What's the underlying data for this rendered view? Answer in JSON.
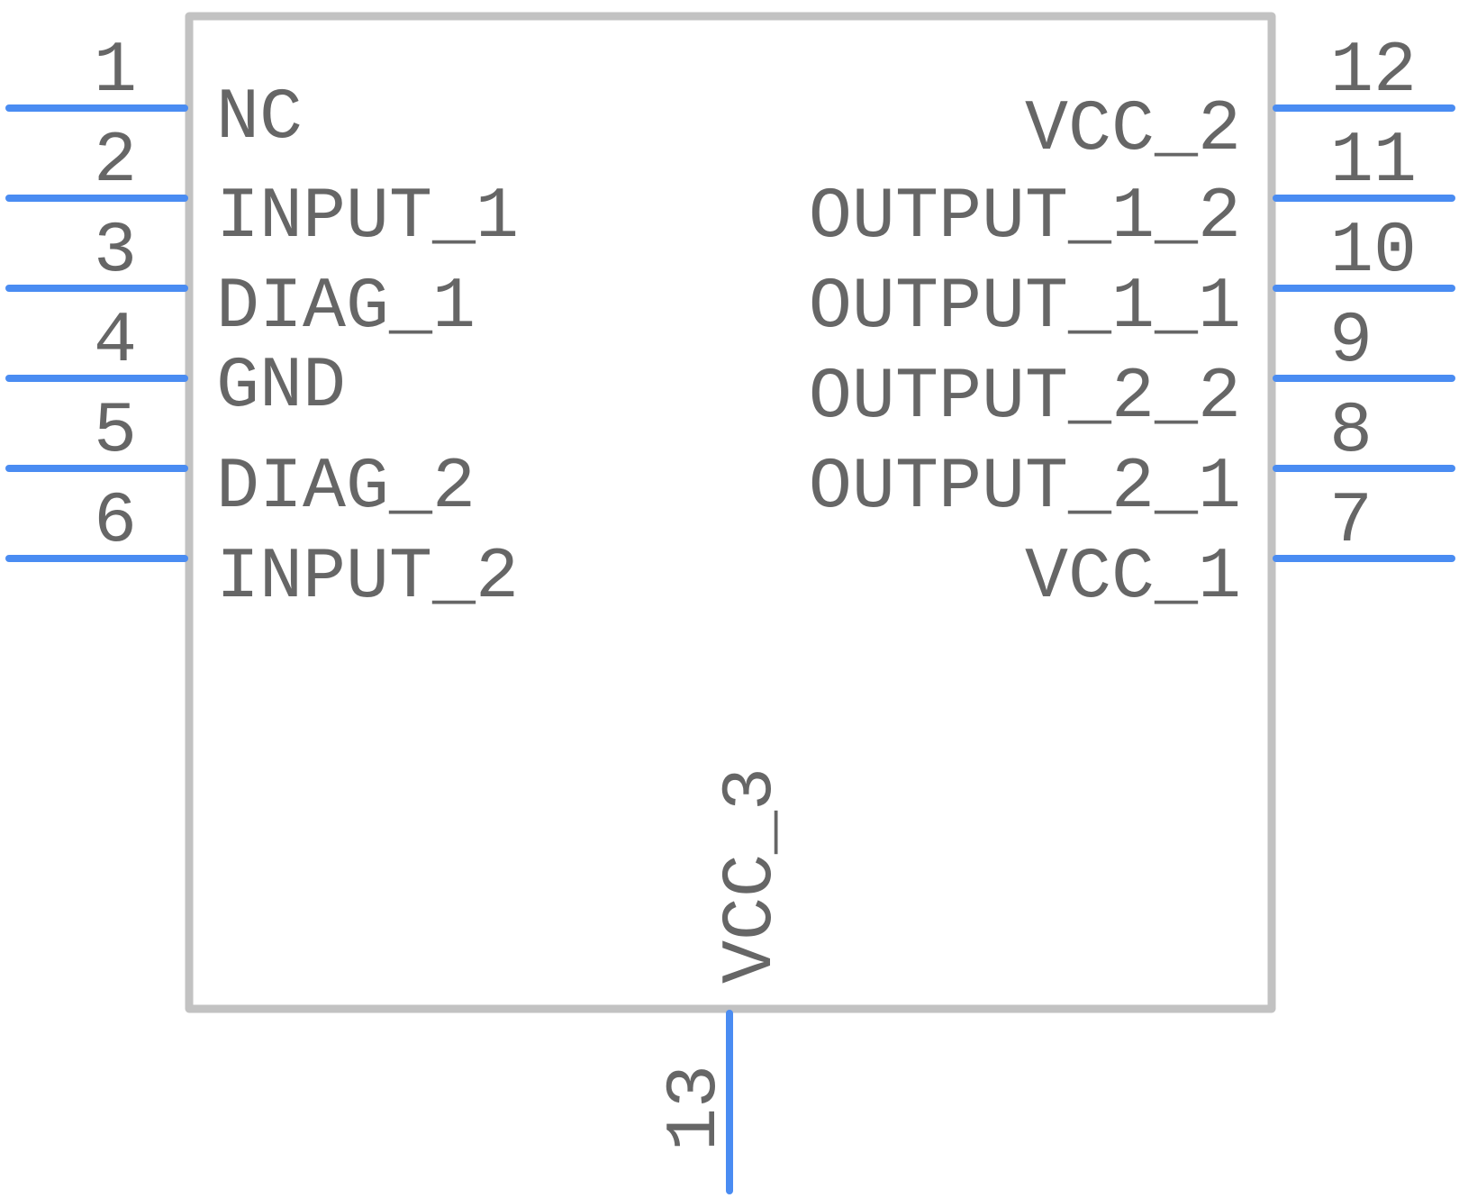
{
  "component": {
    "colors": {
      "body_outline": "#c2c2c2",
      "pin_line": "#4a8cf2",
      "text": "#666666",
      "background": "#ffffff"
    },
    "pins": {
      "p1": {
        "number": "1",
        "name": "NC"
      },
      "p2": {
        "number": "2",
        "name": "INPUT_1"
      },
      "p3": {
        "number": "3",
        "name": "DIAG_1"
      },
      "p4": {
        "number": "4",
        "name": "GND"
      },
      "p5": {
        "number": "5",
        "name": "DIAG_2"
      },
      "p6": {
        "number": "6",
        "name": "INPUT_2"
      },
      "p7": {
        "number": "7",
        "name": "VCC_1"
      },
      "p8": {
        "number": "8",
        "name": "OUTPUT_2_1"
      },
      "p9": {
        "number": "9",
        "name": "OUTPUT_2_2"
      },
      "p10": {
        "number": "10",
        "name": "OUTPUT_1_1"
      },
      "p11": {
        "number": "11",
        "name": "OUTPUT_1_2"
      },
      "p12": {
        "number": "12",
        "name": "VCC_2"
      },
      "p13": {
        "number": "13",
        "name": "VCC_3"
      }
    }
  }
}
